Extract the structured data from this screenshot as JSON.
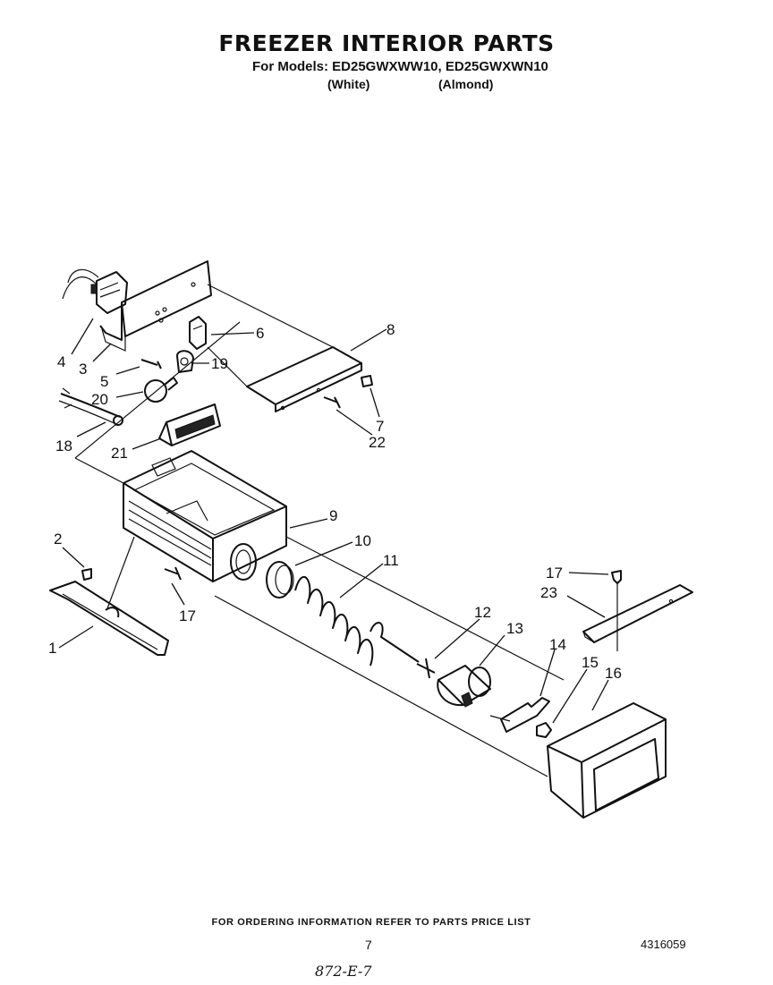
{
  "header": {
    "title": "FREEZER INTERIOR PARTS",
    "models_line": "For Models: ED25GWXWW10, ED25GWXWN10",
    "variants": [
      "(White)",
      "(Almond)"
    ]
  },
  "callouts": [
    "4",
    "3",
    "5",
    "20",
    "19",
    "6",
    "8",
    "7",
    "22",
    "18",
    "21",
    "9",
    "10",
    "11",
    "2",
    "17",
    "1",
    "12",
    "13",
    "14",
    "15",
    "16",
    "17",
    "23"
  ],
  "footer": {
    "ordering_note": "FOR ORDERING INFORMATION REFER TO PARTS PRICE LIST",
    "page_number": "7",
    "document_number": "4316059",
    "handwritten_note": "872-E-7"
  }
}
